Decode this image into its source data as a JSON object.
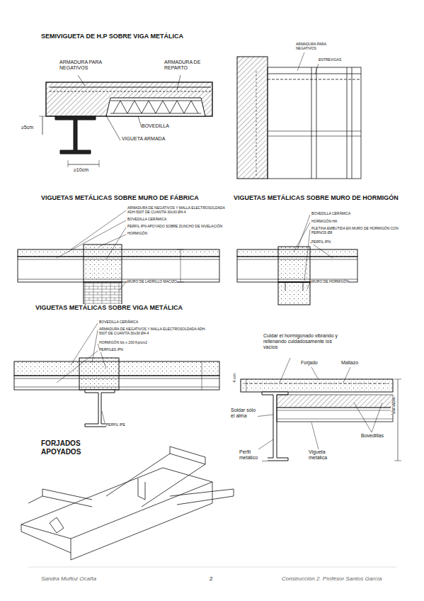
{
  "diagram": {
    "labels": [
      "SEMIVIGUETA DE H.P SOBRE VIGA METÁLICA",
      "ARMADURA PARA NEGATIVOS",
      "ARMADURA DE REPARTO",
      "≥5cm",
      "BOVEDILLA",
      "VIGUETA ARMADA",
      "≥10cm",
      "ARMADURA PARA NEGATIVOS",
      "ENTREVIGAS",
      "VIGUETAS METÁLICAS SOBRE MURO DE FÁBRICA",
      "ARMADURA DE NEGATIVOS Y MALLA ELECTROSOLDADA ADH-500T DE CUANTÍA 30x30 Ø4-4",
      "BOVEDILLA CERÁMICA",
      "PERFIL IPN APOYADO SOBRE ZUNCHO DE NIVELACIÓN",
      "HORMIGÓN",
      "MURO DE LADRILLO MACIZO",
      "VIGUETAS METÁLICAS SOBRE MURO DE HORMIGÓN",
      "BOVEDILLA CERÁMICA",
      "HORMIGÓN HA",
      "PLETINA EMBUTIDA EN MURO DE HORMIGÓN CON PERNOS Ø8",
      "PERFIL IPN",
      "MURO DE HORMIGÓN",
      "VIGUETAS METÁLICAS SOBRE VIGA METÁLICA",
      "BOVEDILLA CERÁMICA",
      "ARMADURA DE NEGATIVOS Y MALLA ELECTROSOLDADA ADH-500T DE CUANTÍA 30x30 Ø4-4",
      "HORMIGÓN fck ≥ 200 Kp/cm2",
      "PERFILES IPN",
      "PERFIL IPE",
      "Cuidar el hormigonado vibrando y rellenando cuidadosamente los vacíos",
      "Forjado",
      "Mallazo",
      "Soldar sólo el alma",
      "Perfil metálico",
      "Vigueta metálica",
      "Bovedillas",
      "Variable",
      "4 cm",
      "FORJADOS APOYADOS",
      "Sandra Muñoz Ocaña",
      "2",
      "Construcción 2. Profesor Santos García"
    ]
  }
}
